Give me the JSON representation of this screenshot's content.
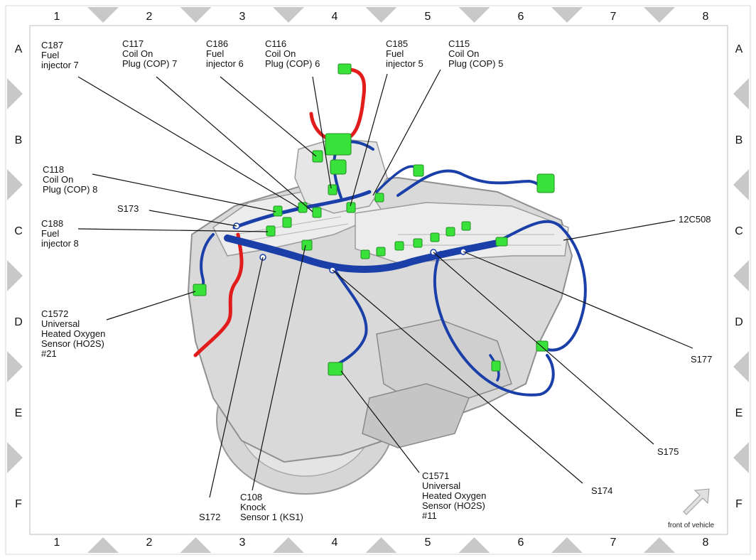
{
  "grid": {
    "columns": [
      "1",
      "2",
      "3",
      "4",
      "5",
      "6",
      "7",
      "8"
    ],
    "rows": [
      "A",
      "B",
      "C",
      "D",
      "E",
      "F"
    ]
  },
  "labels": {
    "c187": [
      "C187",
      "Fuel",
      "injector 7"
    ],
    "c117": [
      "C117",
      "Coil On",
      "Plug (COP) 7"
    ],
    "c186": [
      "C186",
      "Fuel",
      "injector 6"
    ],
    "c116": [
      "C116",
      "Coil On",
      "Plug (COP) 6"
    ],
    "c185": [
      "C185",
      "Fuel",
      "injector 5"
    ],
    "c115": [
      "C115",
      "Coil On",
      "Plug (COP) 5"
    ],
    "c118": [
      "C118",
      "Coil On",
      "Plug (COP) 8"
    ],
    "s173": [
      "S173"
    ],
    "c188": [
      "C188",
      "Fuel",
      "injector 8"
    ],
    "c12c508": [
      "12C508"
    ],
    "c1572": [
      "C1572",
      "Universal",
      "Heated Oxygen",
      "Sensor (HO2S)",
      "#21"
    ],
    "s177": [
      "S177"
    ],
    "s175": [
      "S175"
    ],
    "s174": [
      "S174"
    ],
    "c1571": [
      "C1571",
      "Universal",
      "Heated Oxygen",
      "Sensor (HO2S)",
      "#11"
    ],
    "c108": [
      "C108",
      "Knock",
      "Sensor 1 (KS1)"
    ],
    "s172": [
      "S172"
    ]
  },
  "front_of_vehicle": "front of vehicle",
  "colors": {
    "harness_blue": "#1a3fa8",
    "connector_green": "#39e23a",
    "wire_red": "#e21b1b",
    "engine_gray": "#c9c9c9"
  }
}
